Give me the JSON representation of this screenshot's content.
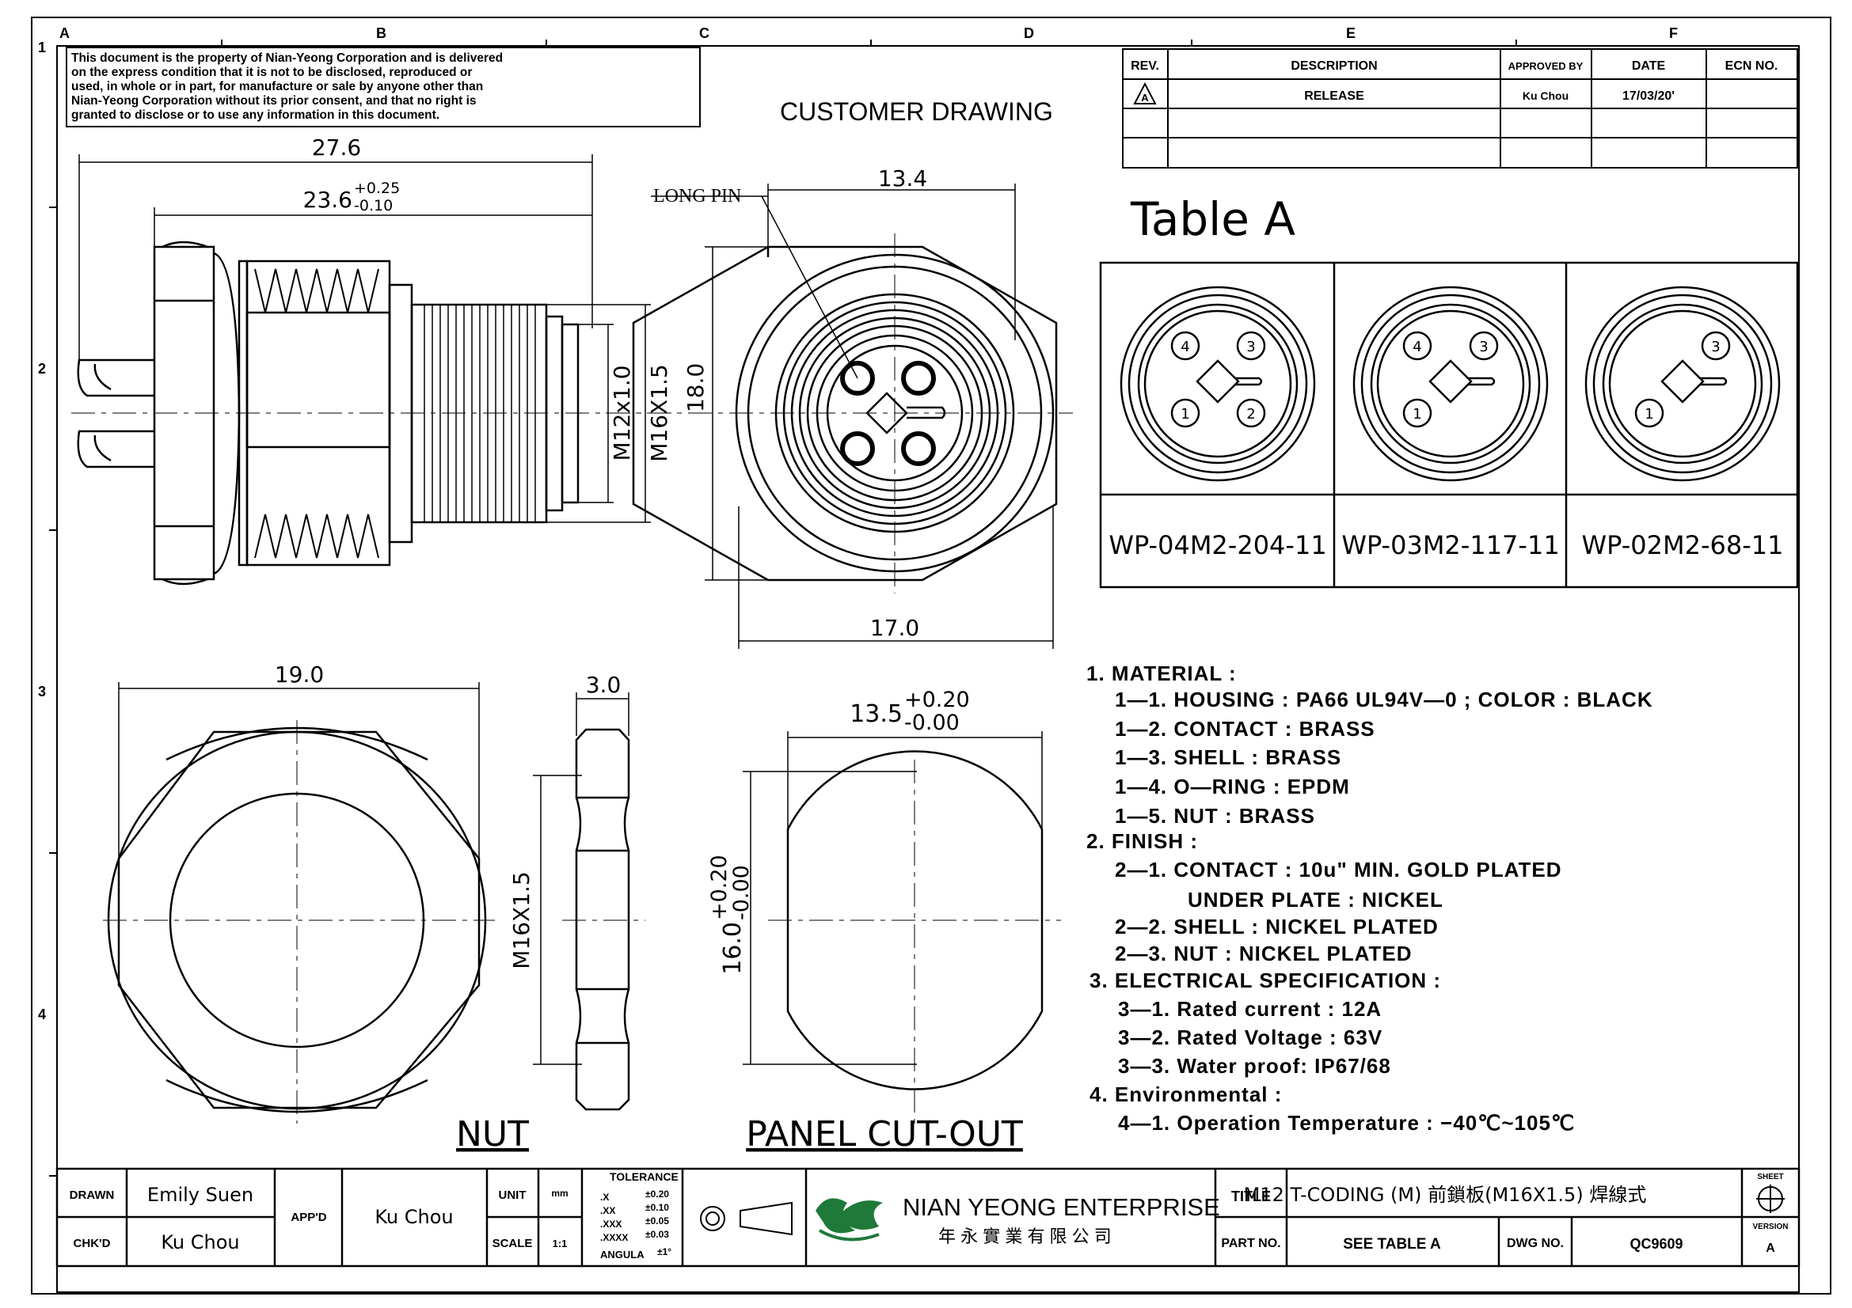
{
  "border": {
    "columns": [
      "A",
      "B",
      "C",
      "D",
      "E",
      "F"
    ],
    "rows": [
      "1",
      "2",
      "3",
      "4"
    ]
  },
  "notice": [
    "This document is the property of Nian-Yeong Corporation and is delivered",
    "on  the  express condition that it is not to be disclosed, reproduced or",
    "used, in whole or in part, for manufacture or sale by anyone other than",
    "Nian-Yeong Corporation without  its prior consent, and that  no right  is",
    "granted to disclose or to use any information in this  document."
  ],
  "heading": "CUSTOMER  DRAWING",
  "revision_table": {
    "headers": [
      "REV.",
      "DESCRIPTION",
      "APPROVED BY",
      "DATE",
      "ECN NO."
    ],
    "rows": [
      [
        "A",
        "RELEASE",
        "Ku Chou",
        "17/03/20'",
        ""
      ]
    ]
  },
  "dimensions": {
    "overall_length": "27.6",
    "thread_length": "23.6",
    "thread_length_tol_upper": "+0.25",
    "thread_length_tol_lower": "-0.10",
    "thread_m12": "M12x1.0",
    "thread_m16": "M16X1.5",
    "face_diameter": "13.4",
    "face_height": "18.0",
    "hex_width": "17.0",
    "long_pin": "LONG PIN",
    "nut_width": "19.0",
    "nut_thickness": "3.0",
    "nut_thread": "M16X1.5",
    "cutout_width": "13.5",
    "cutout_width_tol_upper": "+0.20",
    "cutout_width_tol_lower": "-0.00",
    "cutout_height": "16.0",
    "cutout_height_tol_upper": "+0.20",
    "cutout_height_tol_lower": "-0.00"
  },
  "view_labels": {
    "nut": "NUT",
    "panel_cutout": "PANEL  CUT-OUT"
  },
  "table_a": {
    "title": "Table  A",
    "variants": [
      {
        "part": "WP-04M2-204-11",
        "pins": [
          "1",
          "2",
          "3",
          "4"
        ]
      },
      {
        "part": "WP-03M2-117-11",
        "pins": [
          "1",
          "3",
          "4"
        ]
      },
      {
        "part": "WP-02M2-68-11",
        "pins": [
          "1",
          "3"
        ]
      }
    ]
  },
  "specs": [
    "1.  MATERIAL  :",
    "1—1.  HOUSING  :  PA66  UL94V—0  ;  COLOR  :  BLACK",
    "1—2.  CONTACT  :  BRASS",
    "1—3.  SHELL  :  BRASS",
    "1—4.  O—RING  :  EPDM",
    "1—5.  NUT  :  BRASS",
    "2.  FINISH  :",
    "2—1.  CONTACT  :  10u\"  MIN.  GOLD  PLATED",
    "UNDER  PLATE  :  NICKEL",
    "2—2.  SHELL  :  NICKEL  PLATED",
    "2—3.  NUT  :  NICKEL  PLATED",
    "3.  ELECTRICAL  SPECIFICATION  :",
    "3—1.  Rated  current  :  12A",
    "3—2.  Rated  Voltage  :  63V",
    "3—3.  Water  proof:  IP67/68",
    "4.  Environmental  :",
    "4—1.  Operation  Temperature  :  −40℃~105℃"
  ],
  "title_block": {
    "drawn_label": "DRAWN",
    "drawn_by": "Emily Suen",
    "checked_label": "CHK'D",
    "checked_by": "Ku Chou",
    "approved_label": "APP'D",
    "approved_by": "Ku Chou",
    "unit_label": "UNIT",
    "unit": "mm",
    "scale_label": "SCALE",
    "scale": "1:1",
    "tolerance_title": "TOLERANCE",
    "tolerances": [
      [
        ".X",
        "±0.20"
      ],
      [
        ".XX",
        "±0.10"
      ],
      [
        ".XXX",
        "±0.05"
      ],
      [
        ".XXXX",
        "±0.03"
      ]
    ],
    "angular_label": "ANGULA",
    "angular_value": "±1°",
    "company_name": "NIAN YEONG ENTERPRISE",
    "company_chinese": "年 永 實 業 有 限 公 司",
    "title_label": "TITLE",
    "title": "M12  T-CODING  (M)  前鎖板(M16X1.5)  焊線式",
    "part_no_label": "PART NO.",
    "part_no": "SEE  TABLE  A",
    "dwg_no_label": "DWG NO.",
    "dwg_no": "QC9609",
    "sheet_label": "SHEET",
    "version_label": "VERSION",
    "version": "A"
  },
  "colors": {
    "line": "#000000",
    "logo_green": "#1f7a3a",
    "background": "#ffffff"
  }
}
